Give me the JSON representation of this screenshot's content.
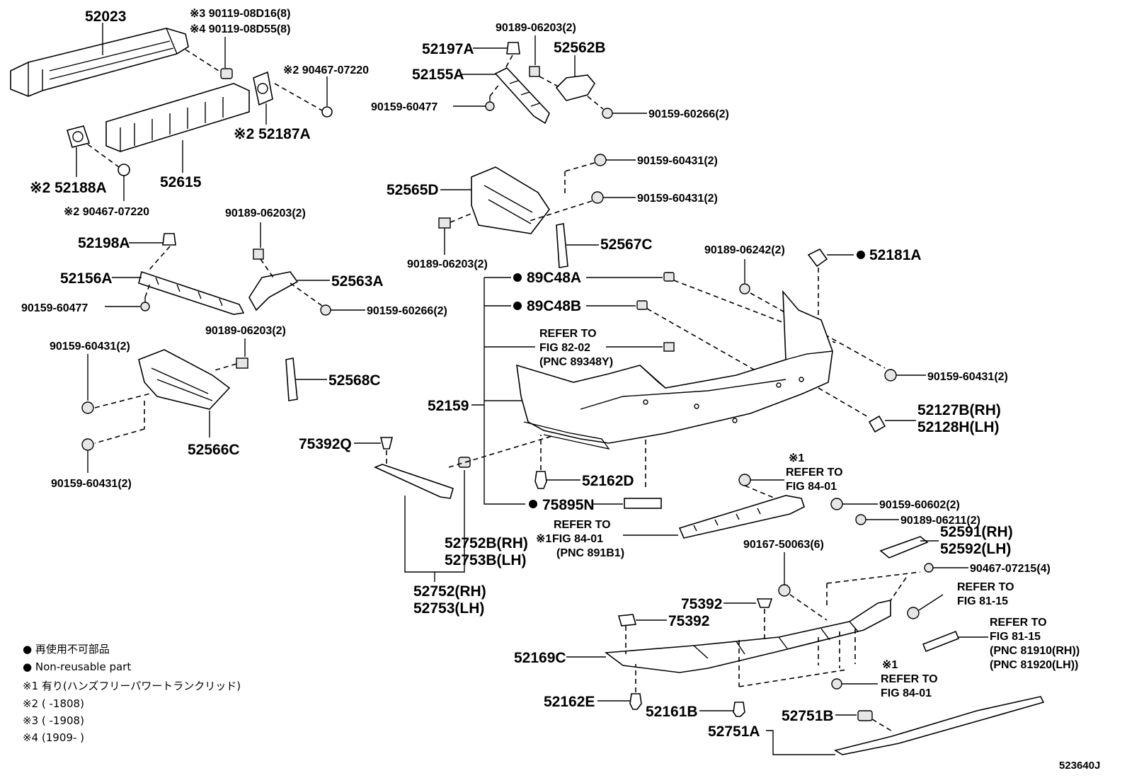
{
  "diagram": {
    "figure_id": "523640J",
    "labels": {
      "p52023": "52023",
      "p90119a": "※3 90119-08D16(8)",
      "p90119b": "※4 90119-08D55(8)",
      "p90467_07220_top": "※2 90467-07220",
      "p52187A": "※2 52187A",
      "p52188A": "※2 52188A",
      "p52615": "52615",
      "p90467_07220_bot": "※2 90467-07220",
      "p90189_06203_l": "90189-06203(2)",
      "p52198A": "52198A",
      "p52156A": "52156A",
      "p52563A": "52563A",
      "p90159_60477_l": "90159-60477",
      "p90159_60266_l": "90159-60266(2)",
      "p90189_06203_l2": "90189-06203(2)",
      "p90159_60431_l1": "90159-60431(2)",
      "p52568C": "52568C",
      "p52566C": "52566C",
      "p90159_60431_l2": "90159-60431(2)",
      "p90189_06203_t": "90189-06203(2)",
      "p52197A": "52197A",
      "p52562B": "52562B",
      "p52155A": "52155A",
      "p90159_60477_t": "90159-60477",
      "p90159_60266_t": "90159-60266(2)",
      "p90159_60431_c1": "90159-60431(2)",
      "p52565D": "52565D",
      "p90159_60431_c2": "90159-60431(2)",
      "p90189_06203_c": "90189-06203(2)",
      "p52567C": "52567C",
      "p90189_06242": "90189-06242(2)",
      "p52181A": "52181A",
      "p89C48A": "89C48A",
      "p89C48B": "89C48B",
      "refer_82_02_a": "REFER TO",
      "refer_82_02_b": "FIG 82-02",
      "refer_82_02_c": "(PNC 89348Y)",
      "p90159_60431_r": "90159-60431(2)",
      "p52159": "52159",
      "p52127B": "52127B(RH)",
      "p52128H": "52128H(LH)",
      "p75392Q": "75392Q",
      "p52162D": "52162D",
      "refer_84_01_a_mark": "※1",
      "refer_84_01_a1": "REFER TO",
      "refer_84_01_a2": "FIG 84-01",
      "p75895N": "75895N",
      "p90159_60602": "90159-60602(2)",
      "p90189_06211": "90189-06211(2)",
      "refer_891B1_a": "REFER TO",
      "refer_891B1_mark": "※1",
      "refer_891B1_b": "FIG 84-01",
      "refer_891B1_c": "(PNC 891B1)",
      "p52591": "52591(RH)",
      "p52592": "52592(LH)",
      "p52752B": "52752B(RH)",
      "p52753B": "52753B(LH)",
      "p90167_50063": "90167-50063(6)",
      "p90467_07215": "90467-07215(4)",
      "refer_81_15_a1": "REFER TO",
      "refer_81_15_a2": "FIG 81-15",
      "p52752": "52752(RH)",
      "p52753": "52753(LH)",
      "p75392_a": "75392",
      "p75392_b": "75392",
      "refer_81_15_b1": "REFER TO",
      "refer_81_15_b2": "FIG 81-15",
      "refer_81_15_b3": "(PNC 81910(RH))",
      "refer_81_15_b4": "(PNC 81920(LH))",
      "p52169C": "52169C",
      "refer_84_01_c_mark": "※1",
      "refer_84_01_c1": "REFER TO",
      "refer_84_01_c2": "FIG 84-01",
      "p52162E": "52162E",
      "p52161B": "52161B",
      "p52751B": "52751B",
      "p52751A": "52751A"
    },
    "legend": {
      "line1": "● 再使用不可部品",
      "line2": "● Non-reusable part",
      "line3": "※1 有り(ハンズフリーパワートランクリッド)",
      "line4": "※2 (       -1808)",
      "line5": "※3 (       -1908)",
      "line6": "※4 (1909-       )"
    }
  }
}
